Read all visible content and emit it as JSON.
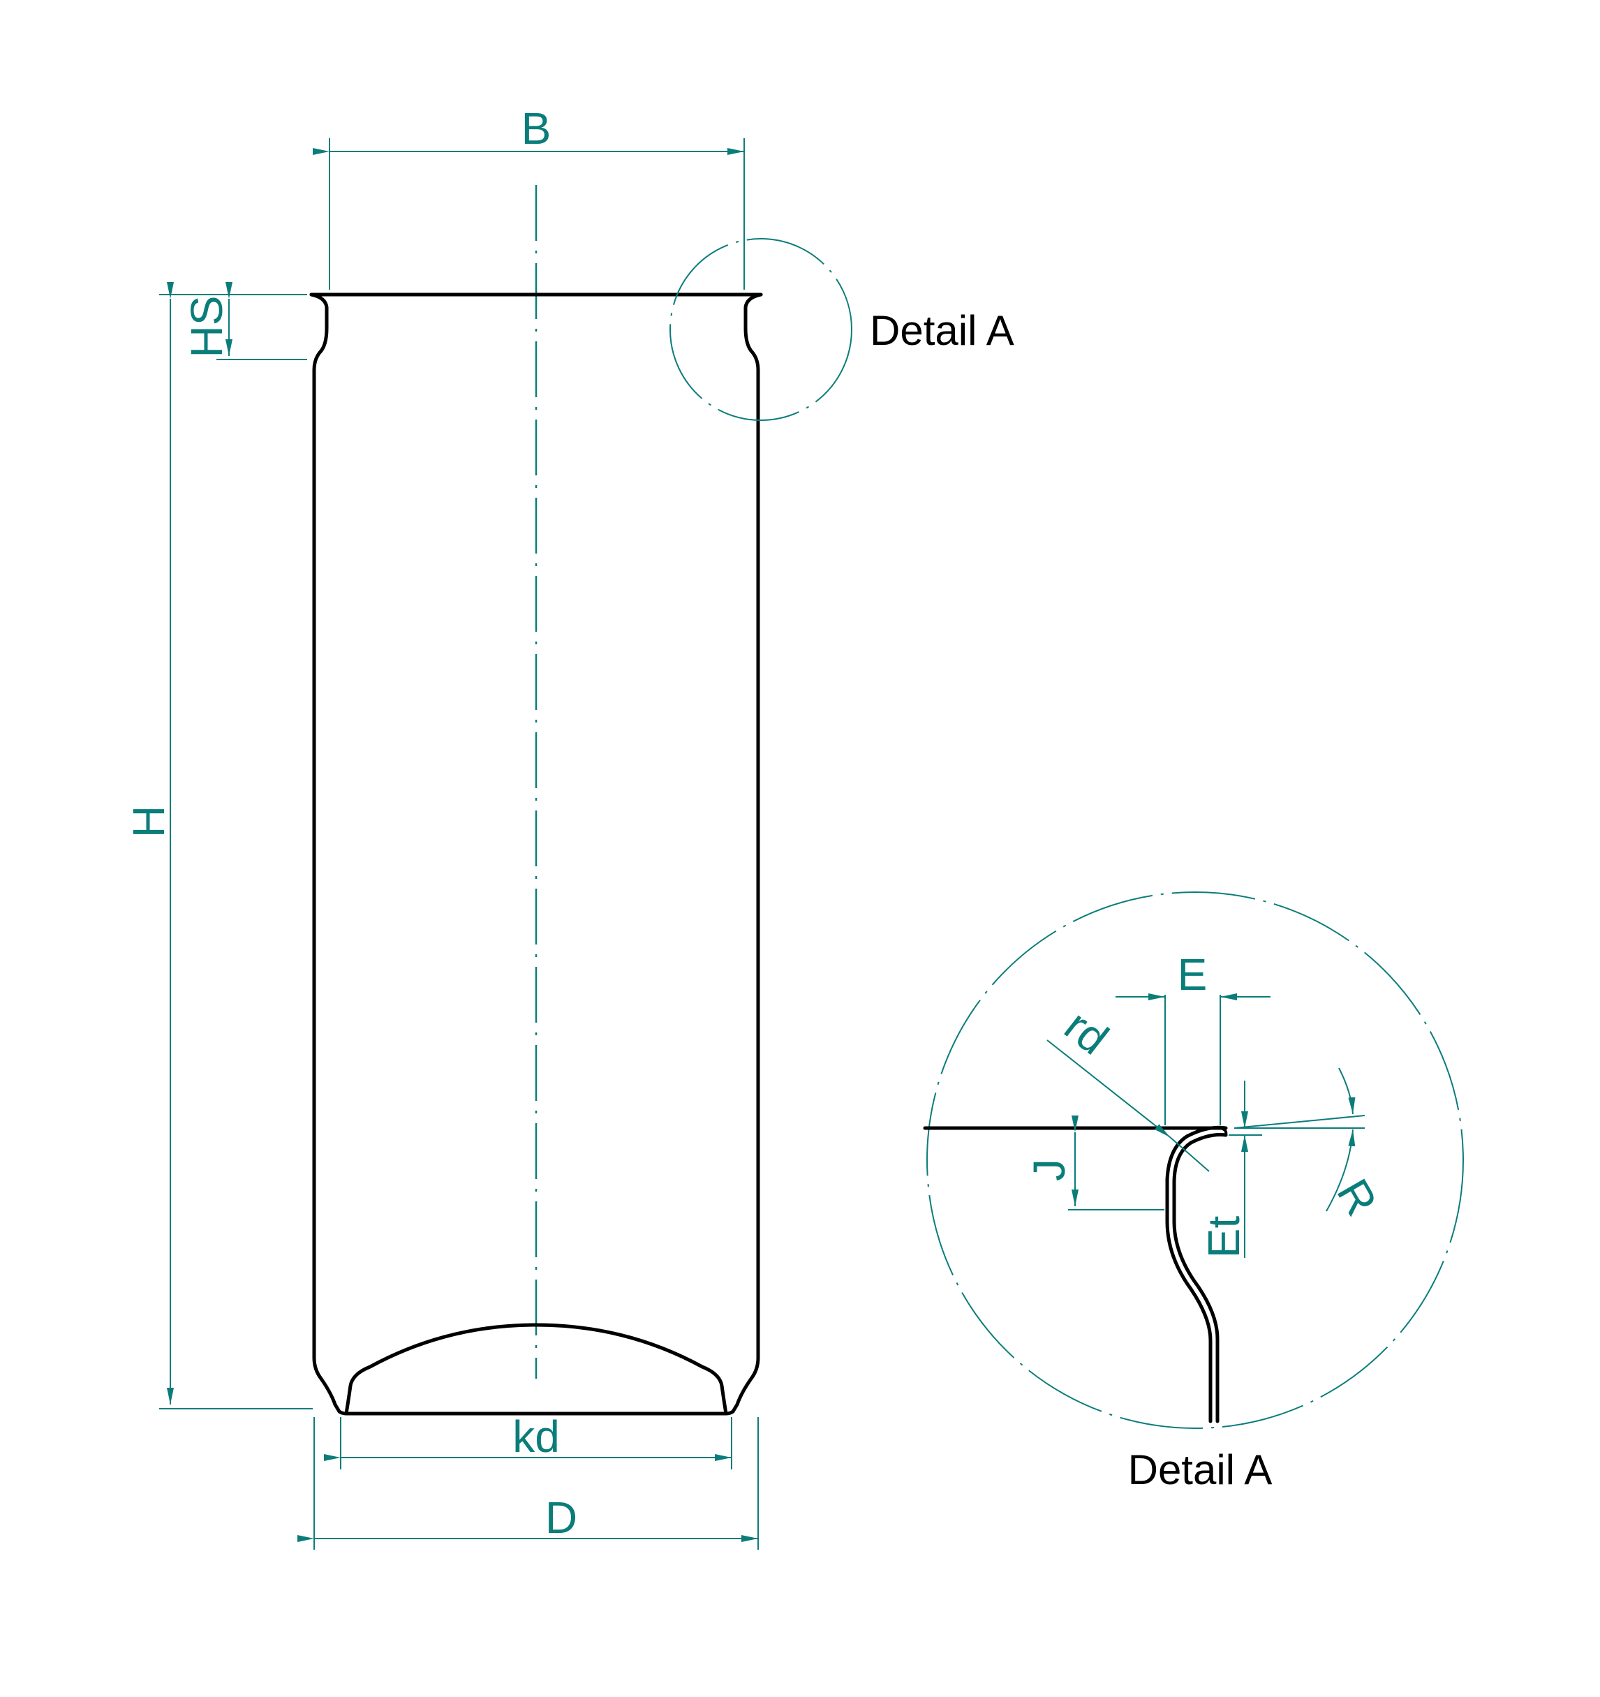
{
  "colors": {
    "dimension": "#0a7d7a",
    "outline": "#000000",
    "background": "#ffffff"
  },
  "dimensions": {
    "B": "B",
    "HS": "HS",
    "H": "H",
    "kd": "kd",
    "D": "D",
    "E": "E",
    "rd": "rd",
    "J": "J",
    "Et": "Et",
    "R": "R"
  },
  "labels": {
    "detail_callout": "Detail A",
    "detail_view_title": "Detail A"
  }
}
